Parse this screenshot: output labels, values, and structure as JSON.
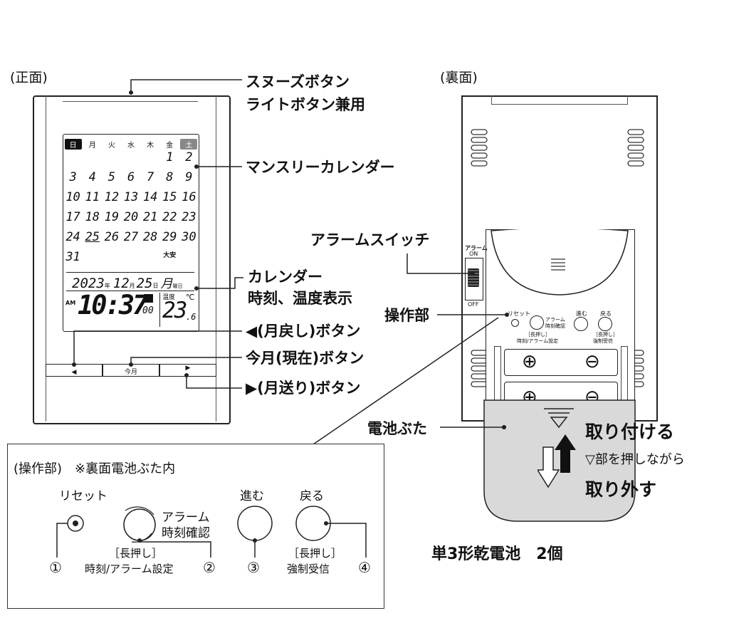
{
  "front": {
    "view_label": "(正面)",
    "calendar": {
      "weekdays": [
        "日",
        "月",
        "火",
        "水",
        "木",
        "金",
        "土"
      ],
      "rows": [
        [
          "",
          "",
          "",
          "",
          "",
          "1",
          "2"
        ],
        [
          "3",
          "4",
          "5",
          "6",
          "7",
          "8",
          "9"
        ],
        [
          "10",
          "11",
          "12",
          "13",
          "14",
          "15",
          "16"
        ],
        [
          "17",
          "18",
          "19",
          "20",
          "21",
          "22",
          "23"
        ],
        [
          "24",
          "25",
          "26",
          "27",
          "28",
          "29",
          "30"
        ],
        [
          "31",
          "",
          "",
          "",
          "",
          "大安",
          ""
        ]
      ]
    },
    "date_line": {
      "year": "2023",
      "year_unit": "年",
      "month": "12",
      "month_unit": "月",
      "day": "25",
      "day_unit": "日",
      "weekday": "月",
      "weekday_unit": "曜日"
    },
    "clock": {
      "ampm": "AM",
      "time": "10:37",
      "seconds": "00"
    },
    "temperature": {
      "label": "温度",
      "unit": "℃",
      "value": "23",
      "decimal": ".6"
    },
    "buttons": {
      "left": "◀",
      "center": "今月",
      "right": "▶"
    },
    "callouts": {
      "snooze_line1": "スヌーズボタン",
      "snooze_line2": "ライトボタン兼用",
      "monthly_calendar": "マンスリーカレンダー",
      "display_line1": "カレンダー",
      "display_line2": "時刻、温度表示",
      "prev_month": "◀(月戻し)ボタン",
      "this_month": "今月(現在)ボタン",
      "next_month": "▶(月送り)ボタン"
    }
  },
  "back": {
    "view_label": "(裏面)",
    "alarm_switch_label": "アラーム",
    "alarm_on": "ON",
    "alarm_off": "OFF",
    "panel": {
      "reset": "リセット",
      "alarm_check_line1": "アラーム",
      "alarm_check_line2": "時刻確認",
      "forward": "進む",
      "back": "戻る",
      "long_press": "［長押し］",
      "time_alarm_set": "時刻/アラーム設定",
      "forced_reception": "強制受信"
    },
    "battery_plus": "⊕",
    "battery_minus": "⊖",
    "callouts": {
      "alarm_switch": "アラームスイッチ",
      "operation": "操作部",
      "battery_cover": "電池ぶた"
    },
    "cover_instructions": {
      "attach": "取り付ける",
      "press": "▽部を押しながら",
      "remove": "取り外す"
    },
    "battery_spec": "単3形乾電池　2個"
  },
  "detail": {
    "title": "(操作部)　※裏面電池ぶた内",
    "reset": "リセット",
    "alarm_line1": "アラーム",
    "alarm_line2": "時刻確認",
    "forward": "進む",
    "back": "戻る",
    "long_press_1": "［長押し］",
    "time_alarm_set": "時刻/アラーム設定",
    "long_press_4": "［長押し］",
    "forced_reception": "強制受信",
    "num1": "①",
    "num2": "②",
    "num3": "③",
    "num4": "④"
  }
}
